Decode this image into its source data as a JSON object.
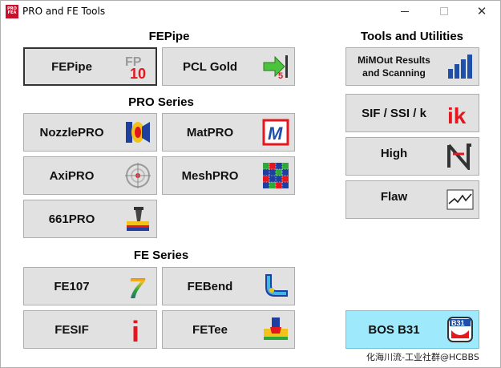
{
  "window": {
    "title": "PRO and FE Tools",
    "icon_text_line1": "PRO",
    "icon_text_line2": "FEA",
    "minimize_icon": "minimize-icon",
    "maximize_icon": "maximize-icon",
    "close_icon": "close-icon",
    "close_glyph": "✕"
  },
  "sections": {
    "fepipe": "FEPipe",
    "pro": "PRO Series",
    "fe": "FE Series",
    "tools": "Tools and Utilities"
  },
  "buttons": {
    "fepipe": {
      "label": "FEPipe",
      "icon": "fepipe-10-icon",
      "icon_text": "10",
      "icon_letters": "FP"
    },
    "pclgold": {
      "label": "PCL Gold",
      "icon": "arrow-5-icon",
      "icon_text": "5"
    },
    "nozzlepro": {
      "label": "NozzlePRO",
      "icon": "nozzle-icon"
    },
    "matpro": {
      "label": "MatPRO",
      "icon": "matpro-m-icon",
      "icon_text": "M"
    },
    "axipro": {
      "label": "AxiPRO",
      "icon": "crosshair-icon"
    },
    "meshpro": {
      "label": "MeshPRO",
      "icon": "mesh-grid-icon"
    },
    "pro661": {
      "label": "661PRO",
      "icon": "tank-icon"
    },
    "fe107": {
      "label": "FE107",
      "icon": "rainbow-seven-icon",
      "icon_text": "7"
    },
    "febend": {
      "label": "FEBend",
      "icon": "pipe-bend-icon"
    },
    "fesif": {
      "label": "FESIF",
      "icon": "red-i-icon",
      "icon_text": "i"
    },
    "fetee": {
      "label": "FETee",
      "icon": "pipe-tee-icon"
    },
    "mimout": {
      "label_line1": "MiMOut Results",
      "label_line2": "and Scanning",
      "icon": "bar-chart-icon"
    },
    "sif": {
      "label": "SIF / SSI / k",
      "icon": "ik-icon",
      "icon_text": "ik"
    },
    "high": {
      "label": "High",
      "icon": "high-logo-icon"
    },
    "flaw": {
      "label": "Flaw",
      "icon": "flaw-graph-icon"
    },
    "bos": {
      "label": "BOS B31",
      "icon": "b31-icon",
      "icon_text": "B31"
    }
  },
  "colors": {
    "button_bg": "#e1e1e1",
    "accent_bg": "#9ee9fc",
    "red": "#e4171f",
    "blue": "#1f4fa8"
  },
  "watermark": "化海川流-工业社群@HCBBS"
}
